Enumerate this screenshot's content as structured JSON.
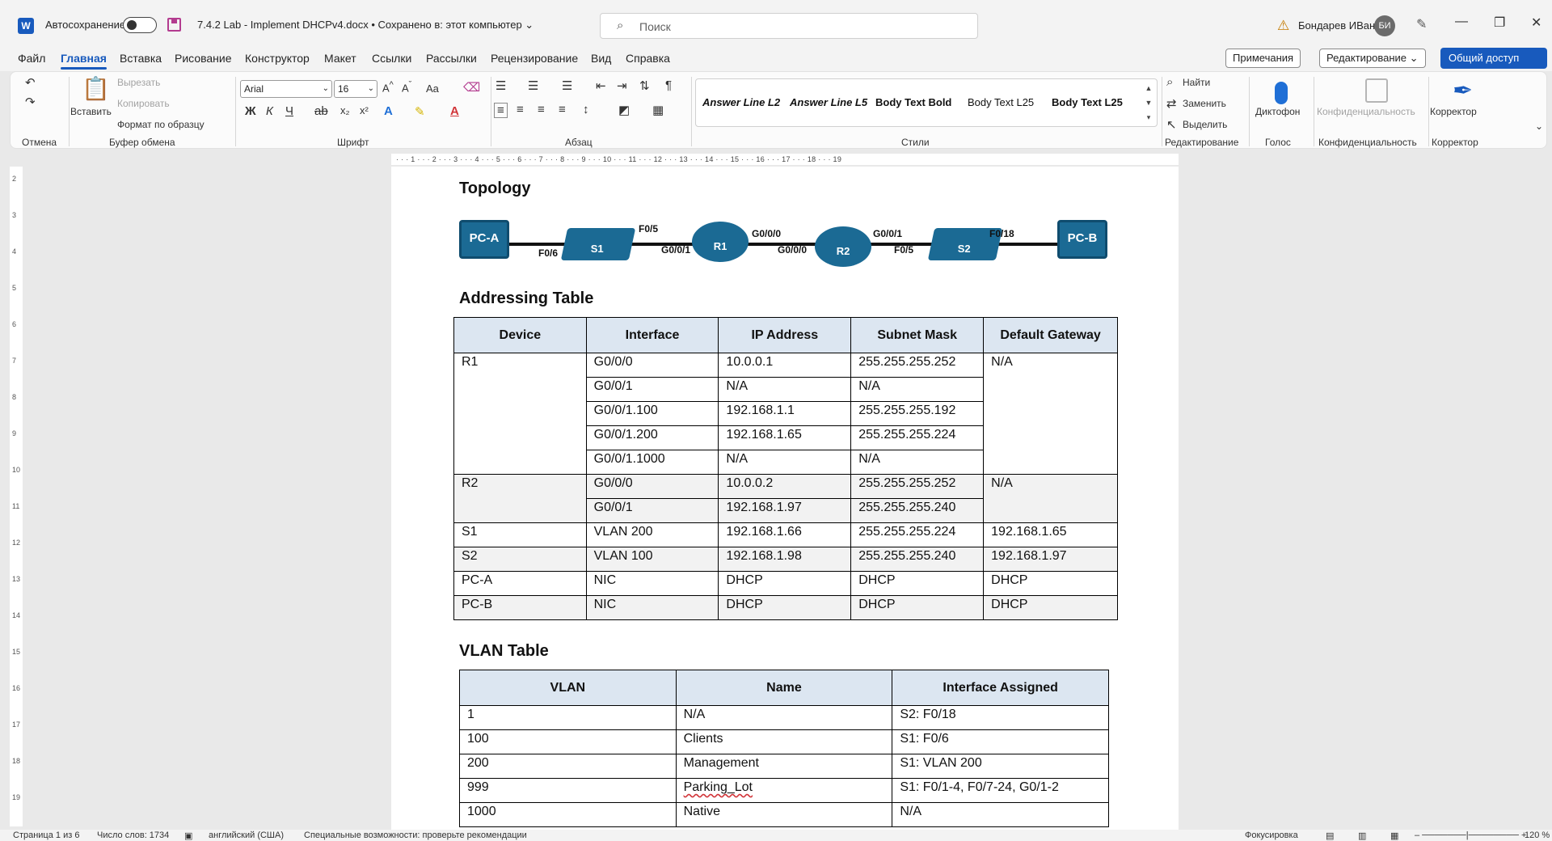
{
  "titlebar": {
    "autosave": "Автосохранение",
    "document": "7.4.2 Lab - Implement DHCPv4.docx  •  Сохранено в: этот компьютер ⌄",
    "search_placeholder": "Поиск",
    "user": "Бондарев ИВан",
    "initials": "БИ"
  },
  "tabs": [
    "Файл",
    "Главная",
    "Вставка",
    "Рисование",
    "Конструктор",
    "Макет",
    "Ссылки",
    "Рассылки",
    "Рецензирование",
    "Вид",
    "Справка"
  ],
  "top_buttons": {
    "comments": "Примечания",
    "editing": "Редактирование ⌄",
    "share": "Общий доступ"
  },
  "ribbon": {
    "paste": "Вставить",
    "cut": "Вырезать",
    "copy": "Копировать",
    "format_painter": "Формат по образцу",
    "font_name": "Arial",
    "font_size": "16",
    "aa": "Aa",
    "styles": [
      "Answer Line L2",
      "Answer Line L5",
      "Body Text Bold",
      "Body Text L25",
      "Body Text L25"
    ],
    "find": "Найти",
    "replace": "Заменить",
    "select": "Выделить",
    "dictate": "Диктофон",
    "confidential": "Конфиденциальность",
    "editor": "Корректор",
    "groups": {
      "undo": "Отмена",
      "clipboard": "Буфер обмена",
      "font": "Шрифт",
      "paragraph": "Абзац",
      "styles": "Стили",
      "editing": "Редактирование",
      "voice": "Голос",
      "sensitivity": "Конфиденциальность",
      "editor": "Корректор"
    }
  },
  "document": {
    "topology_heading": "Topology",
    "addressing_heading": "Addressing Table",
    "vlan_heading": "VLAN Table",
    "topology": {
      "devices": [
        "PC-A",
        "S1",
        "R1",
        "R2",
        "S2",
        "PC-B"
      ],
      "ports": [
        "F0/6",
        "F0/5",
        "G0/0/1",
        "G0/0/0",
        "G0/0/0",
        "G0/0/1",
        "F0/5",
        "F0/18"
      ]
    },
    "addressing_table": {
      "headers": [
        "Device",
        "Interface",
        "IP Address",
        "Subnet Mask",
        "Default Gateway"
      ],
      "rows": [
        [
          "R1",
          "G0/0/0",
          "10.0.0.1",
          "255.255.255.252",
          "N/A"
        ],
        [
          "",
          "G0/0/1",
          "N/A",
          "N/A",
          ""
        ],
        [
          "",
          "G0/0/1.100",
          "192.168.1.1",
          "255.255.255.192",
          ""
        ],
        [
          "",
          "G0/0/1.200",
          "192.168.1.65",
          "255.255.255.224",
          ""
        ],
        [
          "",
          "G0/0/1.1000",
          "N/A",
          "N/A",
          ""
        ],
        [
          "R2",
          "G0/0/0",
          "10.0.0.2",
          "255.255.255.252",
          "N/A"
        ],
        [
          "",
          "G0/0/1",
          "192.168.1.97",
          "255.255.255.240",
          ""
        ],
        [
          "S1",
          "VLAN 200",
          "192.168.1.66",
          "255.255.255.224",
          "192.168.1.65"
        ],
        [
          "S2",
          "VLAN 100",
          "192.168.1.98",
          "255.255.255.240",
          "192.168.1.97"
        ],
        [
          "PC-A",
          "NIC",
          "DHCP",
          "DHCP",
          "DHCP"
        ],
        [
          "PC-B",
          "NIC",
          "DHCP",
          "DHCP",
          "DHCP"
        ]
      ]
    },
    "vlan_table": {
      "headers": [
        "VLAN",
        "Name",
        "Interface Assigned"
      ],
      "rows": [
        [
          "1",
          "N/A",
          "S2: F0/18"
        ],
        [
          "100",
          "Clients",
          "S1: F0/6"
        ],
        [
          "200",
          "Management",
          "S1: VLAN 200"
        ],
        [
          "999",
          "Parking_Lot",
          "S1: F0/1-4, F0/7-24, G0/1-2"
        ],
        [
          "1000",
          "Native",
          "N/A"
        ]
      ]
    }
  },
  "statusbar": {
    "page": "Страница 1 из 6",
    "words": "Число слов: 1734",
    "language": "английский (США)",
    "accessibility": "Специальные возможности: проверьте рекомендации",
    "focus": "Фокусировка",
    "zoom": "120 %"
  },
  "colors": {
    "accent": "#185abd",
    "table_header": "#dce6f1",
    "device_blue": "#1b6a94"
  }
}
